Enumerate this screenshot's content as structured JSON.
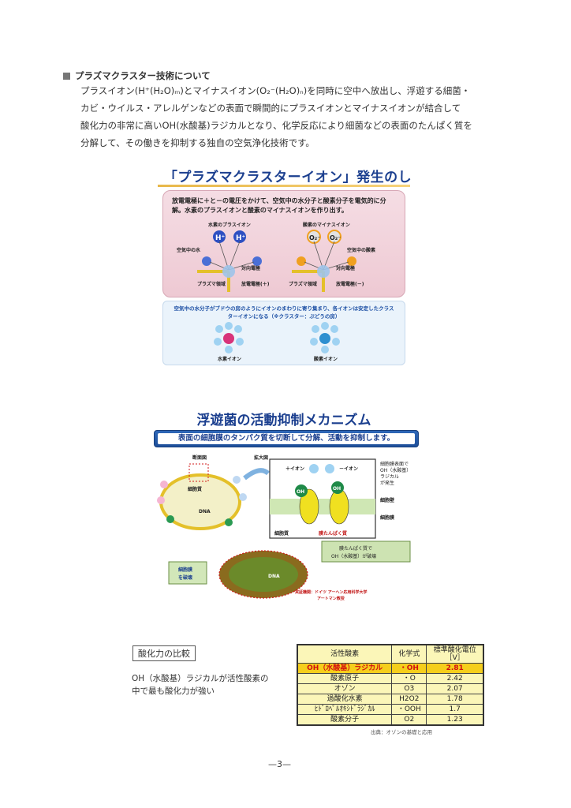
{
  "section": {
    "heading": "プラズマクラスター技術について",
    "paragraph_lines": [
      "プラスイオン(H⁺(H₂O)ₘ)とマイナスイオン(O₂⁻(H₂O)ₙ)を同時に空中へ放出し、浮遊する細菌・",
      "カビ・ウイルス・アレルゲンなどの表面で瞬間的にプラスイオンとマイナスイオンが結合して",
      "酸化力の非常に高いOH(水酸基)ラジカルとなり、化学反応により細菌などの表面のたんぱく質を",
      "分解して、その働きを抑制する独自の空気浄化技術です。"
    ]
  },
  "figure1": {
    "title": "「プラズマクラスターイオン」発生のしくみ",
    "description": "放電電極に＋と－の電圧をかけて、空気中の水分子と酸素分子を電気的に分解。水素のプラスイオンと酸素のマイナスイオンを作り出す。",
    "left_labels": {
      "ion": "水素のプラスイオン",
      "source": "空気中の水",
      "counter": "対向電極",
      "plasma": "プラズマ領域",
      "electrode": "放電電極(＋)"
    },
    "right_labels": {
      "ion": "酸素のマイナスイオン",
      "source": "空気中の酸素",
      "counter": "対向電極",
      "plasma": "プラズマ領域",
      "electrode": "放電電極(－)"
    },
    "cluster_desc": "空気中の水分子がブドウの房のようにイオンのまわりに寄り集まり、各イオンは安定したクラスターイオンになる（※クラスター：ぶどうの房）",
    "cluster_left": "水素イオン",
    "cluster_right": "酸素イオン",
    "colors": {
      "title": "#1b3f8f",
      "h_ion": "#2d4fc2",
      "o_ion": "#f0a020"
    }
  },
  "figure2": {
    "title": "浮遊菌の活動抑制メカニズム",
    "banner": "表面の細胞膜のタンパク質を切断して分解、活動を抑制します。",
    "labels": {
      "section_view": "断面図",
      "cytoplasm": "細胞質",
      "dna": "DNA",
      "zoom": "拡大図",
      "plus_ion": "＋イオン",
      "minus_ion": "－イオン",
      "radical_note_1": "細胞膜表面で",
      "radical_note_2": "OH（水酸基）",
      "radical_note_3": "ラジカル",
      "radical_note_4": "が発生",
      "cell_wall": "細胞壁",
      "cell_membrane": "細胞膜",
      "zoom_cytoplasm": "細胞質",
      "membrane_protein": "膜たんぱく質",
      "broken_1": "膜たんぱく質で",
      "broken_2": "OH（水酸基）が破壊",
      "destroy_1": "細胞膜",
      "destroy_2": "を破壊",
      "credit_1": "実証機関：ドイツ アーヘン応用科学大学",
      "credit_2": "アートマン教授"
    }
  },
  "comparison": {
    "label": "酸化力の比較",
    "note_lines": [
      "OH（水酸基）ラジカルが活性酸素の",
      "中で最も酸化力が強い"
    ],
    "headers": [
      "活性酸素",
      "化学式",
      "標準酸化電位\n［V］"
    ],
    "rows": [
      [
        "OH（水酸基）ラジカル",
        "・OH",
        "2.81"
      ],
      [
        "酸素原子",
        "・O",
        "2.42"
      ],
      [
        "オゾン",
        "O3",
        "2.07"
      ],
      [
        "過酸化水素",
        "H2O2",
        "1.78"
      ],
      [
        "ﾋﾄﾞﾛﾍﾟﾙｵｷｼﾄﾞﾗｼﾞｶﾙ",
        "・OOH",
        "1.7"
      ],
      [
        "酸素分子",
        "O2",
        "1.23"
      ]
    ],
    "source": "出典：オゾンの基礎と応用"
  },
  "page_number": "—3—"
}
